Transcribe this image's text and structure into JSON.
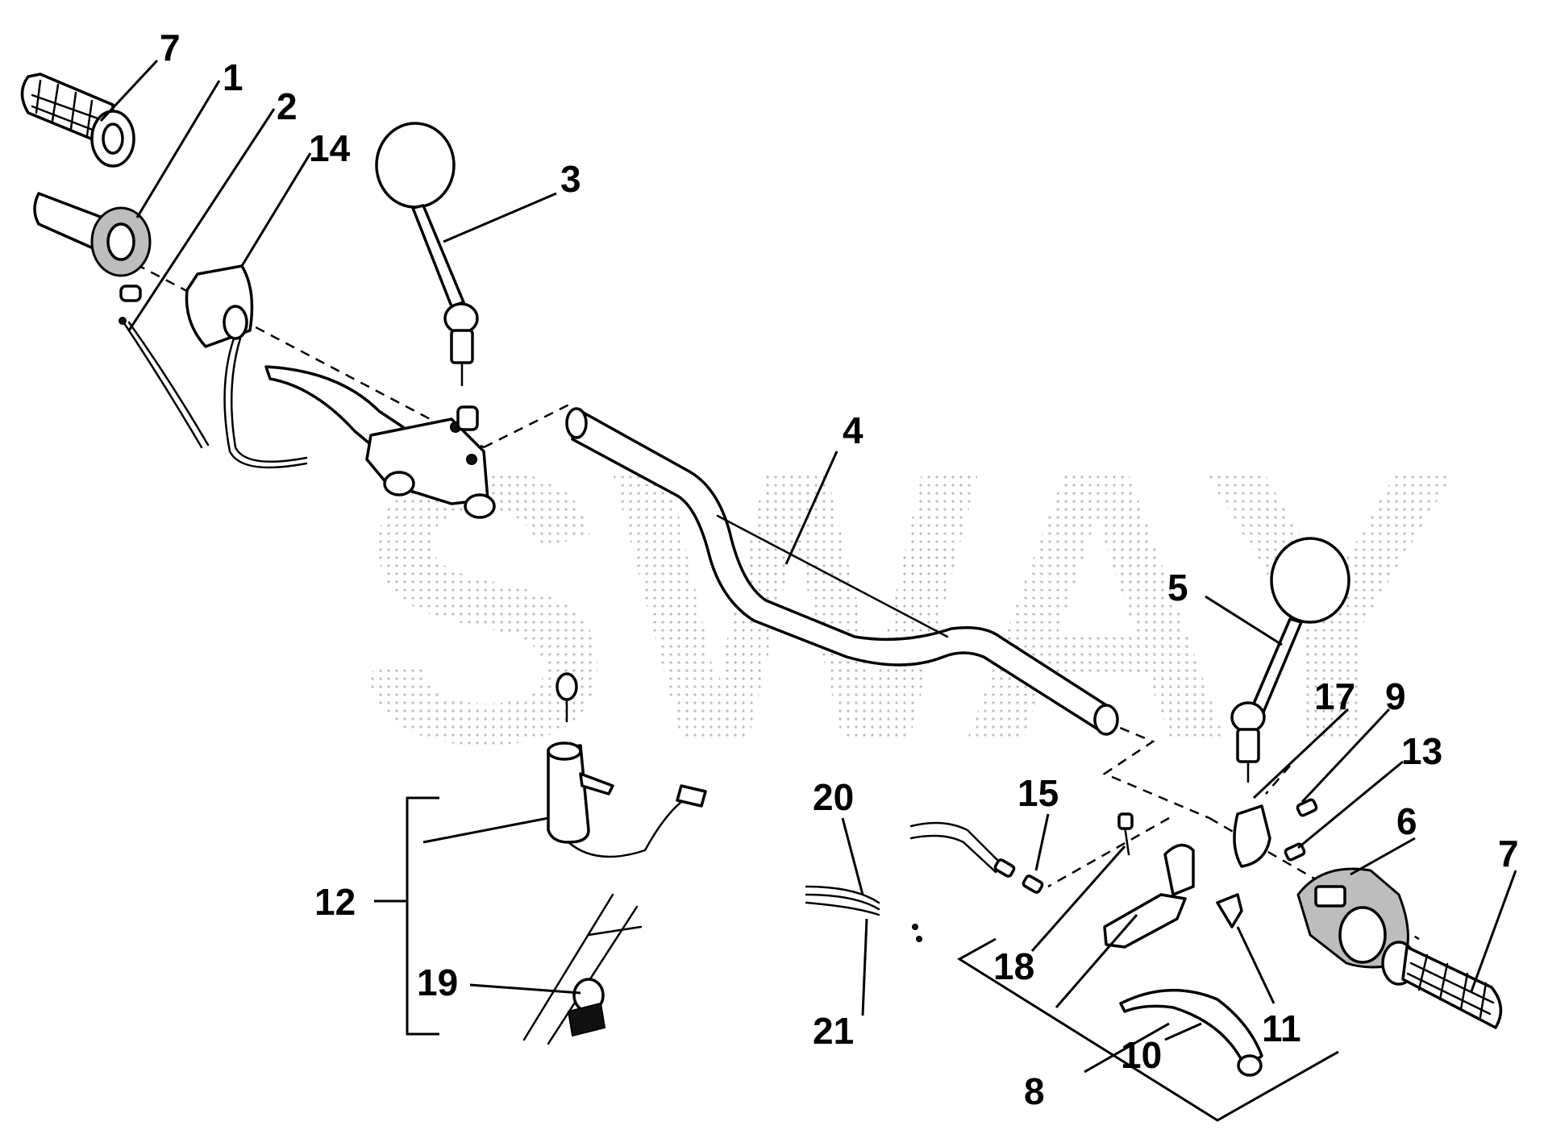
{
  "diagram": {
    "callouts": {
      "p1": "1",
      "p2": "2",
      "p3": "3",
      "p4": "4",
      "p5": "5",
      "p6": "6",
      "p7a": "7",
      "p7b": "7",
      "p8": "8",
      "p9": "9",
      "p10": "10",
      "p11": "11",
      "p12": "12",
      "p13": "13",
      "p14": "14",
      "p15": "15",
      "p17": "17",
      "p18": "18",
      "p19": "19",
      "p20": "20",
      "p21": "21"
    },
    "watermark": "SWAY",
    "colors": {
      "line": "#000000",
      "background": "#ffffff",
      "watermark": "#c8c8c8"
    }
  }
}
